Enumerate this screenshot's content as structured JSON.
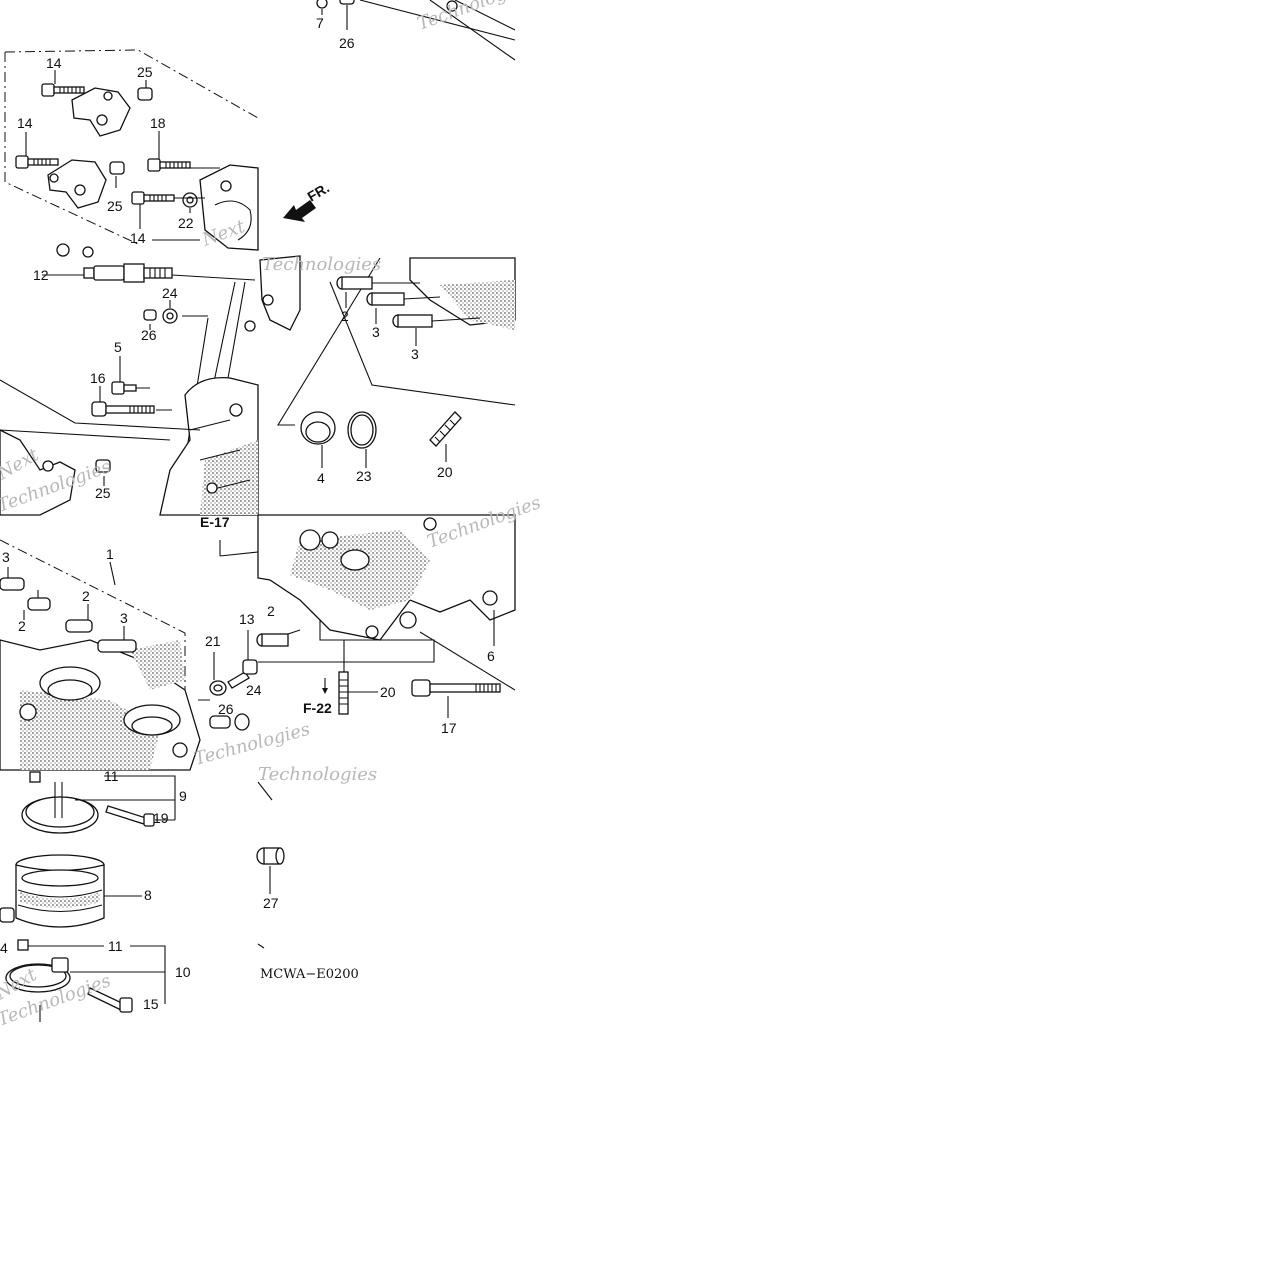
{
  "diagram": {
    "code": "MCWA−E0200",
    "front_arrow_label": "FR.",
    "references": {
      "e17": "E-17",
      "f22": "F-22"
    },
    "watermarks": [
      "Technologies",
      "Next",
      "Technologies",
      "Technologies",
      "Next",
      "Technologies",
      "Technologies",
      "Technologies",
      "Next",
      "Technologies"
    ],
    "callouts": {
      "p1": "1",
      "p2a": "2",
      "p2b": "2",
      "p2c": "2",
      "p2d": "2",
      "p3a": "3",
      "p3b": "3",
      "p3c": "3",
      "p3d": "3",
      "p4": "4",
      "p4b": "4",
      "p5": "5",
      "p6": "6",
      "p7": "7",
      "p8": "8",
      "p9": "9",
      "p10": "10",
      "p11a": "11",
      "p11b": "11",
      "p12": "12",
      "p13": "13",
      "p14a": "14",
      "p14b": "14",
      "p14c": "14",
      "p15": "15",
      "p16": "16",
      "p17": "17",
      "p18": "18",
      "p19": "19",
      "p20a": "20",
      "p20b": "20",
      "p21": "21",
      "p22": "22",
      "p23": "23",
      "p24a": "24",
      "p24b": "24",
      "p25a": "25",
      "p25b": "25",
      "p25c": "25",
      "p26a": "26",
      "p26b": "26",
      "p26c": "26",
      "p27": "27"
    }
  }
}
